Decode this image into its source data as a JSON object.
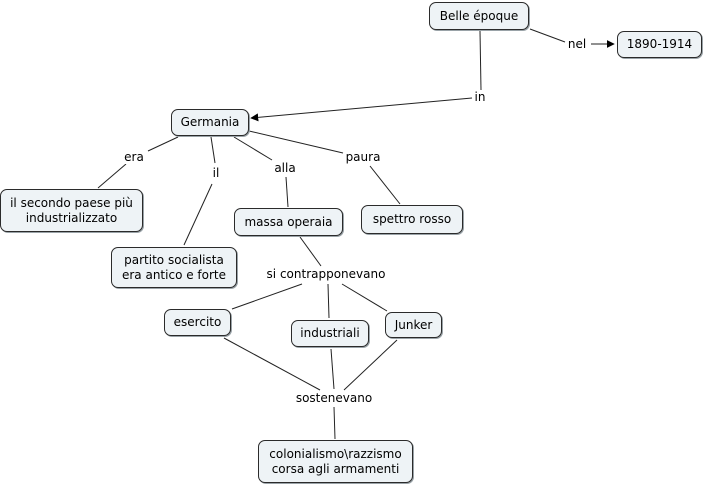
{
  "concept_map": {
    "nodes": {
      "belle_epoque": "Belle époque",
      "period": "1890-1914",
      "germania": "Germania",
      "secondo_paese": "il secondo paese più\nindustrializzato",
      "partito_socialista": "partito socialista\nera antico e forte",
      "massa_operaia": "massa operaia",
      "spettro_rosso": "spettro rosso",
      "esercito": "esercito",
      "industriali": "industriali",
      "junker": "Junker",
      "colonialismo": "colonialismo\\razzismo\ncorsa agli armamenti"
    },
    "links": {
      "nel": "nel",
      "in": "in",
      "era": "era",
      "il": "il",
      "alla": "alla",
      "paura": "paura",
      "si_contrapponevano": "si contrapponevano",
      "sostenevano": "sostenevano"
    },
    "colors": {
      "node_fill": "#eef3f6",
      "node_border": "#2b2b2b",
      "line": "#222222"
    }
  }
}
